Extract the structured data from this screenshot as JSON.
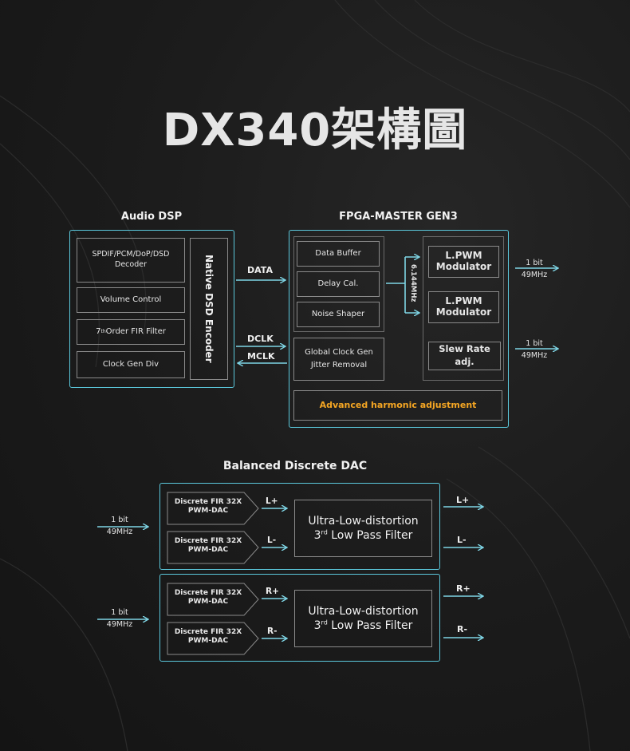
{
  "title": "DX340架構圖",
  "audio_dsp": {
    "label": "Audio DSP",
    "blocks": [
      "SPDIF/PCM/DoP/DSD\nDecoder",
      "Volume Control",
      "7thOrder FIR Filter",
      "Clock Gen Div"
    ],
    "fir_sup": "th",
    "fir_prefix": "7",
    "fir_suffix": "Order FIR Filter",
    "encoder": "Native DSD Encoder"
  },
  "signals": {
    "data": "DATA",
    "dclk": "DCLK",
    "mclk": "MCLK",
    "freq": "6.144MHz"
  },
  "fpga": {
    "label": "FPGA-MASTER GEN3",
    "blocks": [
      "Data Buffer",
      "Delay Cal.",
      "Noise Shaper"
    ],
    "clock": "Global Clock Gen\nJitter Removal",
    "modulators": [
      "L.PWM\nModulator",
      "L.PWM\nModulator"
    ],
    "slew": "Slew Rate adj.",
    "harmonic": "Advanced harmonic adjustment",
    "out1_bit": "1 bit",
    "out1_freq": "49MHz",
    "out2_bit": "1 bit",
    "out2_freq": "49MHz"
  },
  "dac": {
    "label": "Balanced Discrete DAC",
    "groups": [
      {
        "in_bit": "1 bit",
        "in_freq": "49MHz",
        "dacs": [
          "Discrete FIR 32X\nPWM-DAC",
          "Discrete FIR 32X\nPWM-DAC"
        ],
        "signals": [
          "L+",
          "L-"
        ],
        "lpf_line1": "Ultra-Low-distortion",
        "lpf_prefix": "3",
        "lpf_sup": "rd",
        "lpf_suffix": " Low Pass Filter",
        "outputs": [
          "L+",
          "L-"
        ]
      },
      {
        "in_bit": "1 bit",
        "in_freq": "49MHz",
        "dacs": [
          "Discrete FIR 32X\nPWM-DAC",
          "Discrete FIR 32X\nPWM-DAC"
        ],
        "signals": [
          "R+",
          "R-"
        ],
        "lpf_line1": "Ultra-Low-distortion",
        "lpf_prefix": "3",
        "lpf_sup": "rd",
        "lpf_suffix": " Low Pass Filter",
        "outputs": [
          "R+",
          "R-"
        ]
      }
    ]
  },
  "colors": {
    "accent": "#5bc8dc",
    "orange": "#f5a623",
    "box_border": "#8a8a8a"
  }
}
